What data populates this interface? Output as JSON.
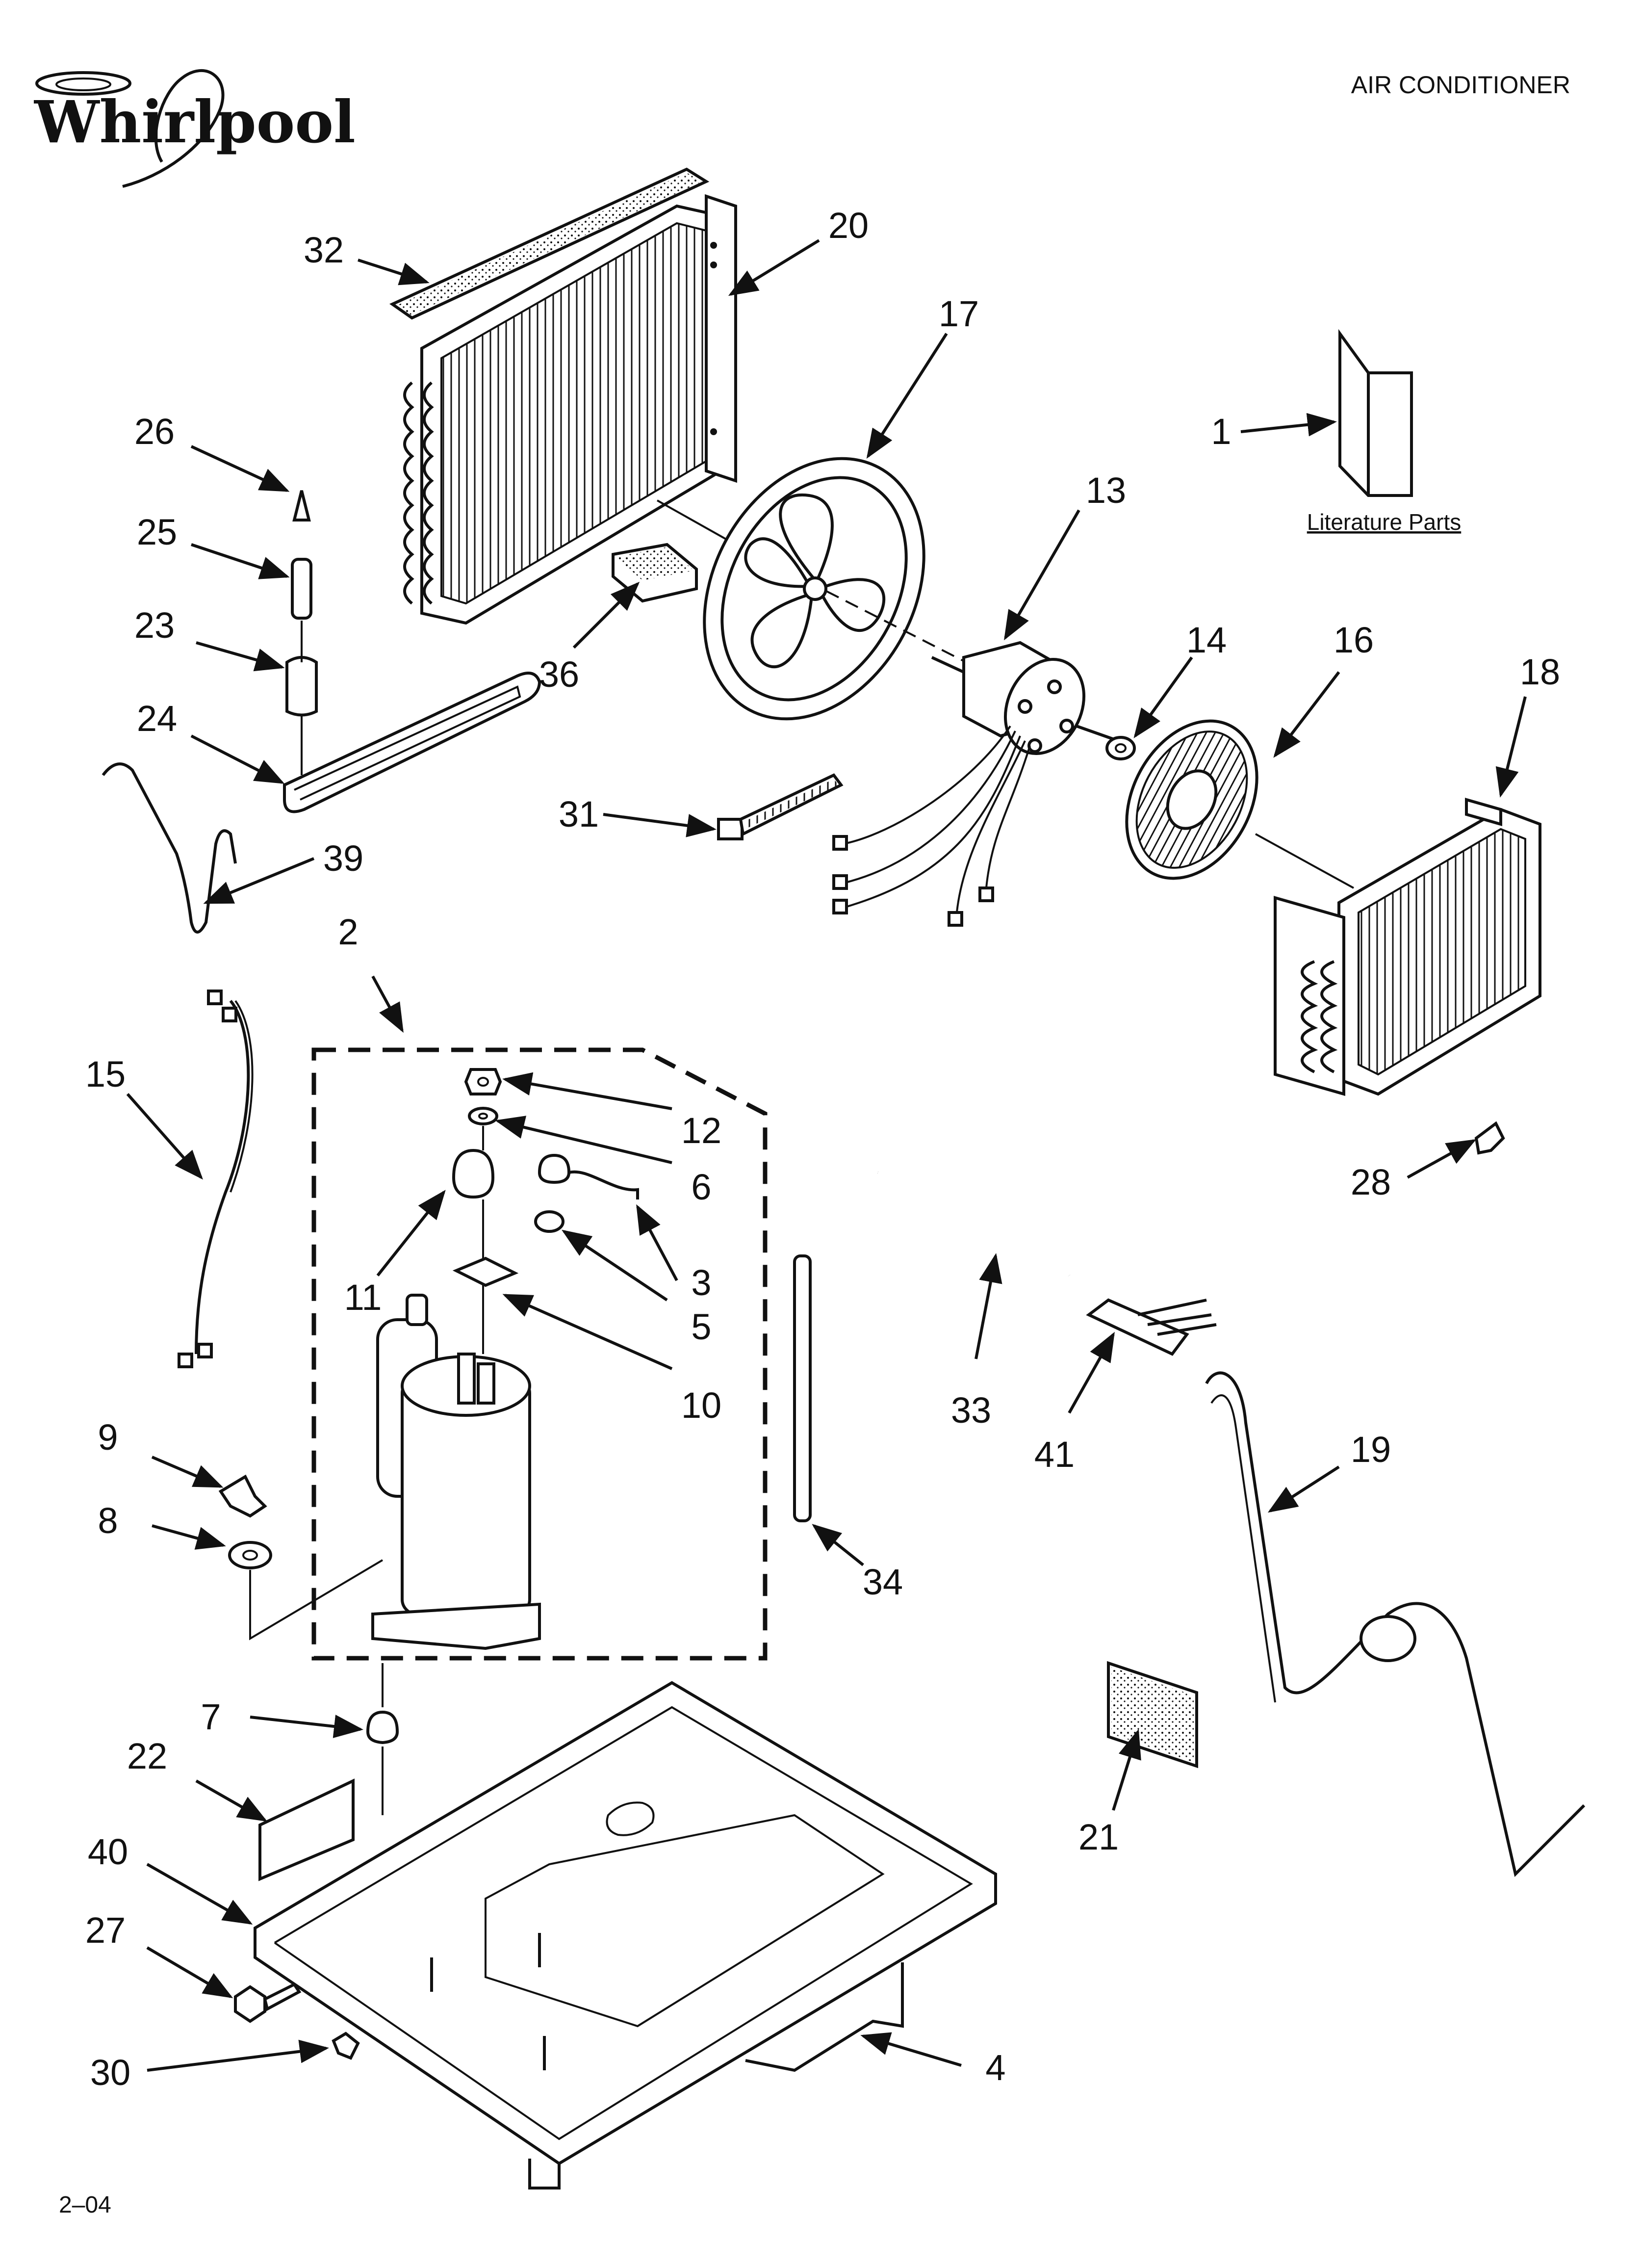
{
  "header": {
    "brand": "Whirlpool",
    "product_type": "AIR CONDITIONER"
  },
  "footer": {
    "revision": "2–04"
  },
  "literature": {
    "label": "Literature Parts"
  },
  "callouts": [
    {
      "key": "p1",
      "number": "1"
    },
    {
      "key": "p2",
      "number": "2"
    },
    {
      "key": "p3",
      "number": "3"
    },
    {
      "key": "p4",
      "number": "4"
    },
    {
      "key": "p5",
      "number": "5"
    },
    {
      "key": "p6",
      "number": "6"
    },
    {
      "key": "p7",
      "number": "7"
    },
    {
      "key": "p8",
      "number": "8"
    },
    {
      "key": "p9",
      "number": "9"
    },
    {
      "key": "p10",
      "number": "10"
    },
    {
      "key": "p11",
      "number": "11"
    },
    {
      "key": "p12",
      "number": "12"
    },
    {
      "key": "p13",
      "number": "13"
    },
    {
      "key": "p14",
      "number": "14"
    },
    {
      "key": "p15",
      "number": "15"
    },
    {
      "key": "p16",
      "number": "16"
    },
    {
      "key": "p17",
      "number": "17"
    },
    {
      "key": "p18",
      "number": "18"
    },
    {
      "key": "p19",
      "number": "19"
    },
    {
      "key": "p20",
      "number": "20"
    },
    {
      "key": "p21",
      "number": "21"
    },
    {
      "key": "p22",
      "number": "22"
    },
    {
      "key": "p23",
      "number": "23"
    },
    {
      "key": "p24",
      "number": "24"
    },
    {
      "key": "p25",
      "number": "25"
    },
    {
      "key": "p26",
      "number": "26"
    },
    {
      "key": "p27",
      "number": "27"
    },
    {
      "key": "p28",
      "number": "28"
    },
    {
      "key": "p30",
      "number": "30"
    },
    {
      "key": "p31",
      "number": "31"
    },
    {
      "key": "p32",
      "number": "32"
    },
    {
      "key": "p33",
      "number": "33"
    },
    {
      "key": "p34",
      "number": "34"
    },
    {
      "key": "p36",
      "number": "36"
    },
    {
      "key": "p39",
      "number": "39"
    },
    {
      "key": "p40",
      "number": "40"
    },
    {
      "key": "p41",
      "number": "41"
    }
  ]
}
